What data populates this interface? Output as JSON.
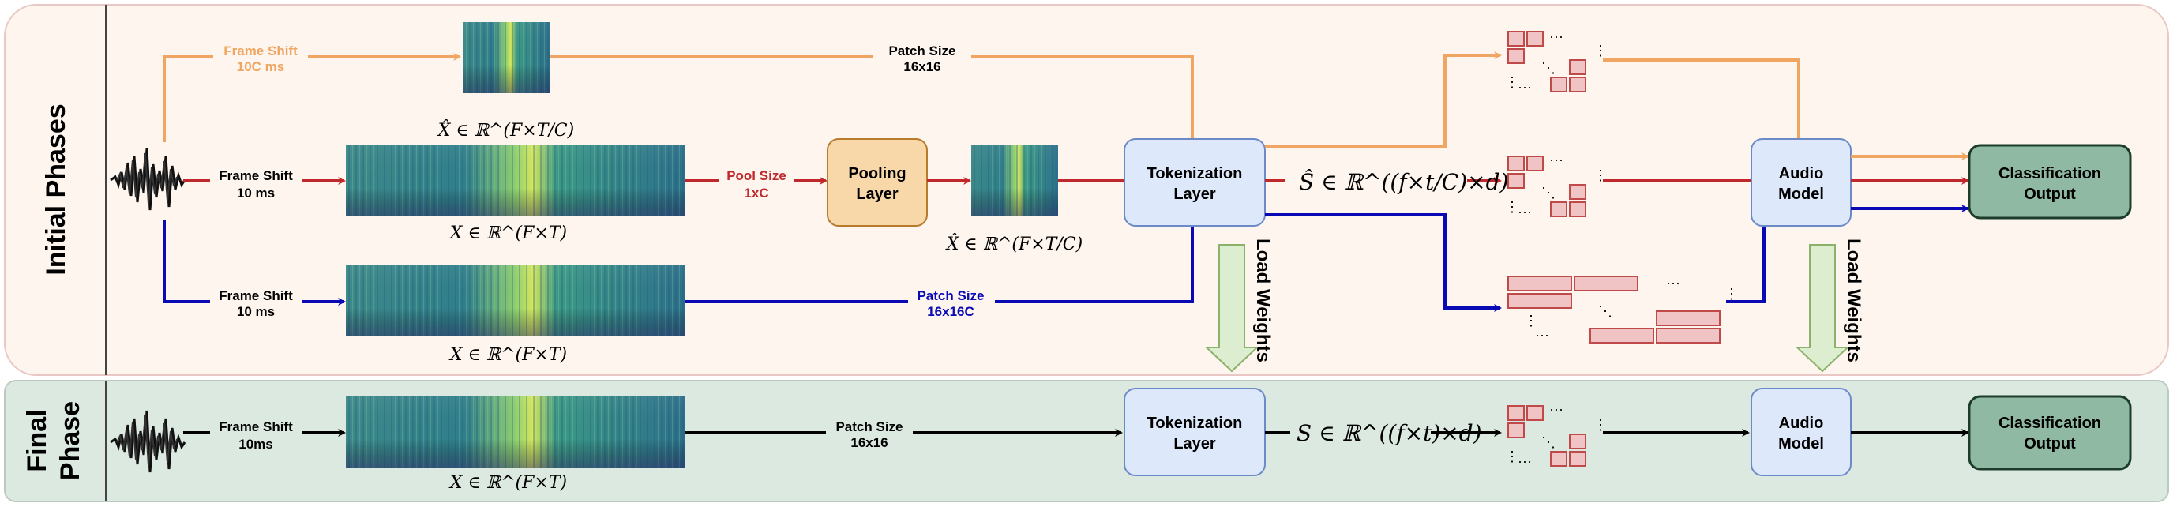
{
  "phases": {
    "initial": "Initial Phases",
    "final_line1": "Final",
    "final_line2": "Phase"
  },
  "colors": {
    "orange": "#f0a662",
    "red": "#c0282b",
    "blue": "#0a0ab4",
    "black": "#000000",
    "initial_bg": "#fdf5ee",
    "final_bg": "#dce9e1",
    "token_box": "#dde8fa",
    "pool_box": "#f8d7a9",
    "class_box": "#8fb9a2",
    "patch": "#f0c4c4",
    "load_arrow": "#dcedd0"
  },
  "labels": {
    "orange_shift_1": "Frame Shift",
    "orange_shift_2": "10C ms",
    "red_shift_1": "Frame Shift",
    "red_shift_2": "10 ms",
    "blue_shift_1": "Frame Shift",
    "blue_shift_2": "10 ms",
    "patch_size_top_1": "Patch Size",
    "patch_size_top_2": "16x16",
    "pool_size_1": "Pool Size",
    "pool_size_2": "1xC",
    "patch_size_blue_1": "Patch Size",
    "patch_size_blue_2": "16x16C",
    "final_shift_1": "Frame Shift",
    "final_shift_2": "10ms",
    "final_patch_1": "Patch Size",
    "final_patch_2": "16x16",
    "load_weights_1": "Load Weights",
    "load_weights_2": "Load Weights"
  },
  "blocks": {
    "pooling_1": "Pooling",
    "pooling_2": "Layer",
    "tokenization_1": "Tokenization",
    "tokenization_2": "Layer",
    "audio_model_1": "Audio",
    "audio_model_2": "Model",
    "classification_1": "Classification",
    "classification_2": "Output"
  },
  "math": {
    "xhat_top": "X̂ ∈ ℝ^(F×T/C)",
    "x_red": "X ∈ ℝ^(F×T)",
    "xhat_pooled": "X̂ ∈ ℝ^(F×T/C)",
    "x_blue": "X ∈ ℝ^(F×T)",
    "x_final": "X ∈ ℝ^(F×T)",
    "shat": "Ŝ ∈ ℝ^((f×t/C)×d)",
    "s_final": "S ∈ ℝ^((f×t)×d)",
    "dots": "···",
    "vdots": "⋮",
    "ddots": "⋱"
  }
}
